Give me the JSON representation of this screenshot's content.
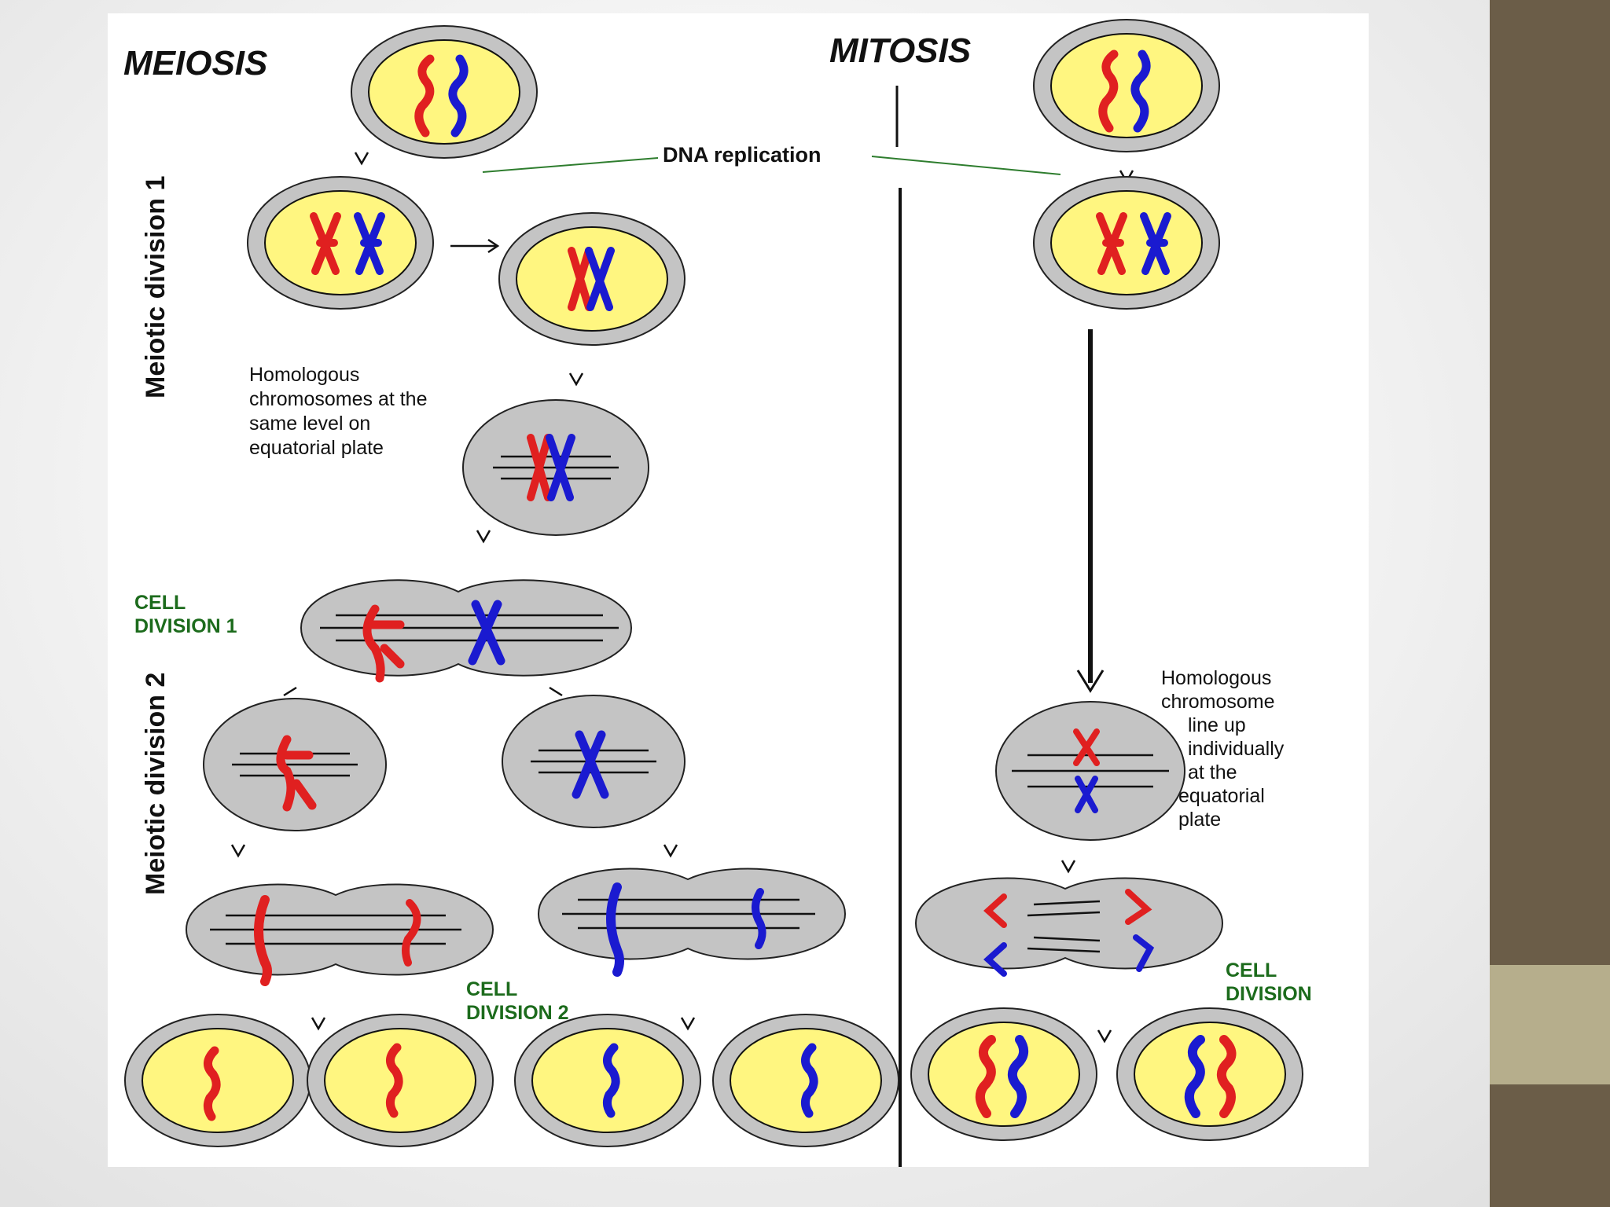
{
  "diagram": {
    "meiosis_title": "MEIOSIS",
    "mitosis_title": "MITOSIS",
    "dna_replication_label": "DNA replication",
    "meiotic_division_1_label": "Meiotic division 1",
    "meiotic_division_2_label": "Meiotic division 2",
    "homologous_note_lines": [
      "Homologous",
      "chromosomes at the",
      "same level on",
      "equatorial plate"
    ],
    "cell_division_1_lines": [
      "CELL",
      "DIVISION 1"
    ],
    "cell_division_2_lines": [
      "CELL",
      "DIVISION 2"
    ],
    "mitosis_note_lines": [
      "Homologous",
      "chromosome",
      "line up",
      "individually",
      "at the",
      "equatorial",
      "plate"
    ],
    "cell_division_lines": [
      "CELL",
      "DIVISION"
    ]
  },
  "colors": {
    "nucleus": "#fff680",
    "cell": "#c4c4c4",
    "chromosome_red": "#e02020",
    "chromosome_blue": "#1a1ad0",
    "label_green": "#1c6b1c",
    "sidebar": "#6b5d48",
    "sidebar_accent": "#b6ae8c"
  }
}
